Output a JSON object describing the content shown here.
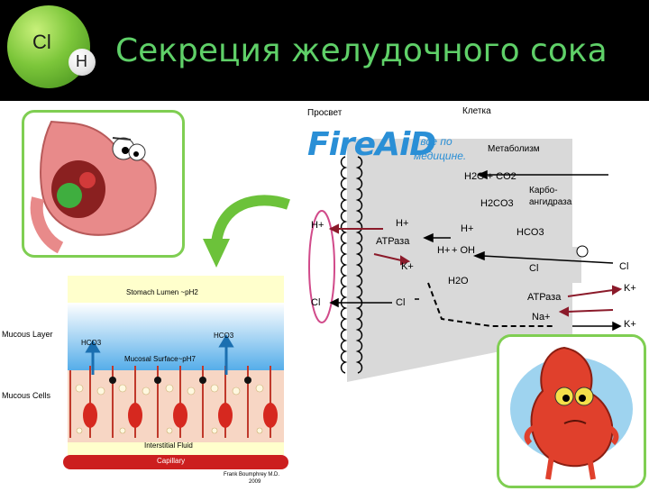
{
  "header": {
    "title": "Секреция желудочного сока",
    "atom_cl": "Cl",
    "atom_h": "H"
  },
  "mucosa": {
    "lumen": "Stomach Lumen ~pH2",
    "hco3_left": "HCO3",
    "hco3_right": "HCO3",
    "surface": "Mucosal Surface~pH7",
    "interstitial": "Interstitial Fluid",
    "capillary": "Capillary",
    "credit_line1": "Frank Boumphrey M.D.",
    "credit_line2": "2009",
    "mucous_layer": "Mucous Layer",
    "mucous_cells": "Mucous Cells"
  },
  "cell": {
    "prosvet": "Просвет",
    "kletka": "Клетка",
    "logo": "FireAiD",
    "logo_sub1": "- все по",
    "logo_sub2": "медицине.",
    "metabolism": "Метаболизм",
    "h2o_co2": "H2O + CO2",
    "h2co3": "H2CO3",
    "enzyme1": "Карбо-",
    "enzyme2": "ангидраза",
    "h_plus": "H+",
    "h_plus2": "H+",
    "h_plus3": "H+",
    "h_plus4": "H+",
    "oh": "+ OH",
    "hco3": "HCO3",
    "atpase1": "АТРаза",
    "atpase2": "АТРаза",
    "k_plus1": "K+",
    "k_plus2": "K+",
    "k_plus3": "K+",
    "cl_1": "Cl",
    "cl_2": "Cl",
    "cl_3": "Cl",
    "cl_4": "Cl",
    "h2o": "H2O",
    "na": "Na+"
  },
  "colors": {
    "header_bg": "#000000",
    "title": "#5fd068",
    "frame_green": "#7fce52",
    "arrow_green": "#6cc23a",
    "membrane_pink": "#d14a8a",
    "cell_gray": "#d9d9d9",
    "arrow_dark_red": "#8b1a2a",
    "logo_blue": "#2a8fd6"
  }
}
